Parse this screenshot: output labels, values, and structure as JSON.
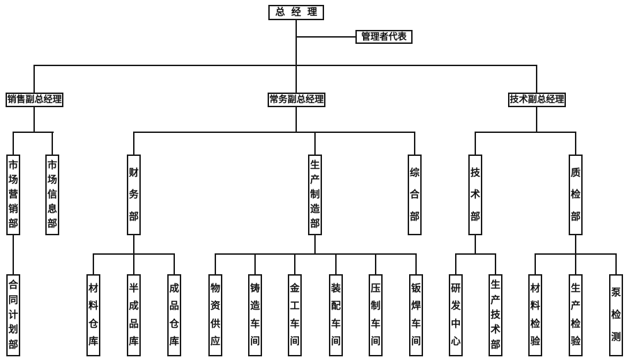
{
  "colors": {
    "background": "#ffffff",
    "line": "#1a1a1a",
    "text": "#111111"
  },
  "org": {
    "root": "总经理",
    "staff": "管理者代表",
    "branches": [
      {
        "label": "销售副总经理",
        "children": [
          {
            "label": "市场营销部",
            "children": [
              "合同计划部"
            ]
          },
          {
            "label": "市场信息部"
          }
        ]
      },
      {
        "label": "常务副总经理",
        "children": [
          {
            "label": "财务部",
            "children": [
              "材料仓库",
              "半成品库",
              "成品仓库"
            ]
          },
          {
            "label": "生产制造部",
            "children": [
              "物资供应",
              "铸造车间",
              "金工车间",
              "装配车间",
              "压制车间",
              "钣焊车间"
            ]
          },
          {
            "label": "综合部"
          }
        ]
      },
      {
        "label": "技术副总经理",
        "children": [
          {
            "label": "技术部",
            "children": [
              "研发中心",
              "生产技术部"
            ]
          },
          {
            "label": "质检部",
            "children": [
              "材料检验",
              "生产检验",
              "泵检测"
            ]
          }
        ]
      }
    ]
  }
}
